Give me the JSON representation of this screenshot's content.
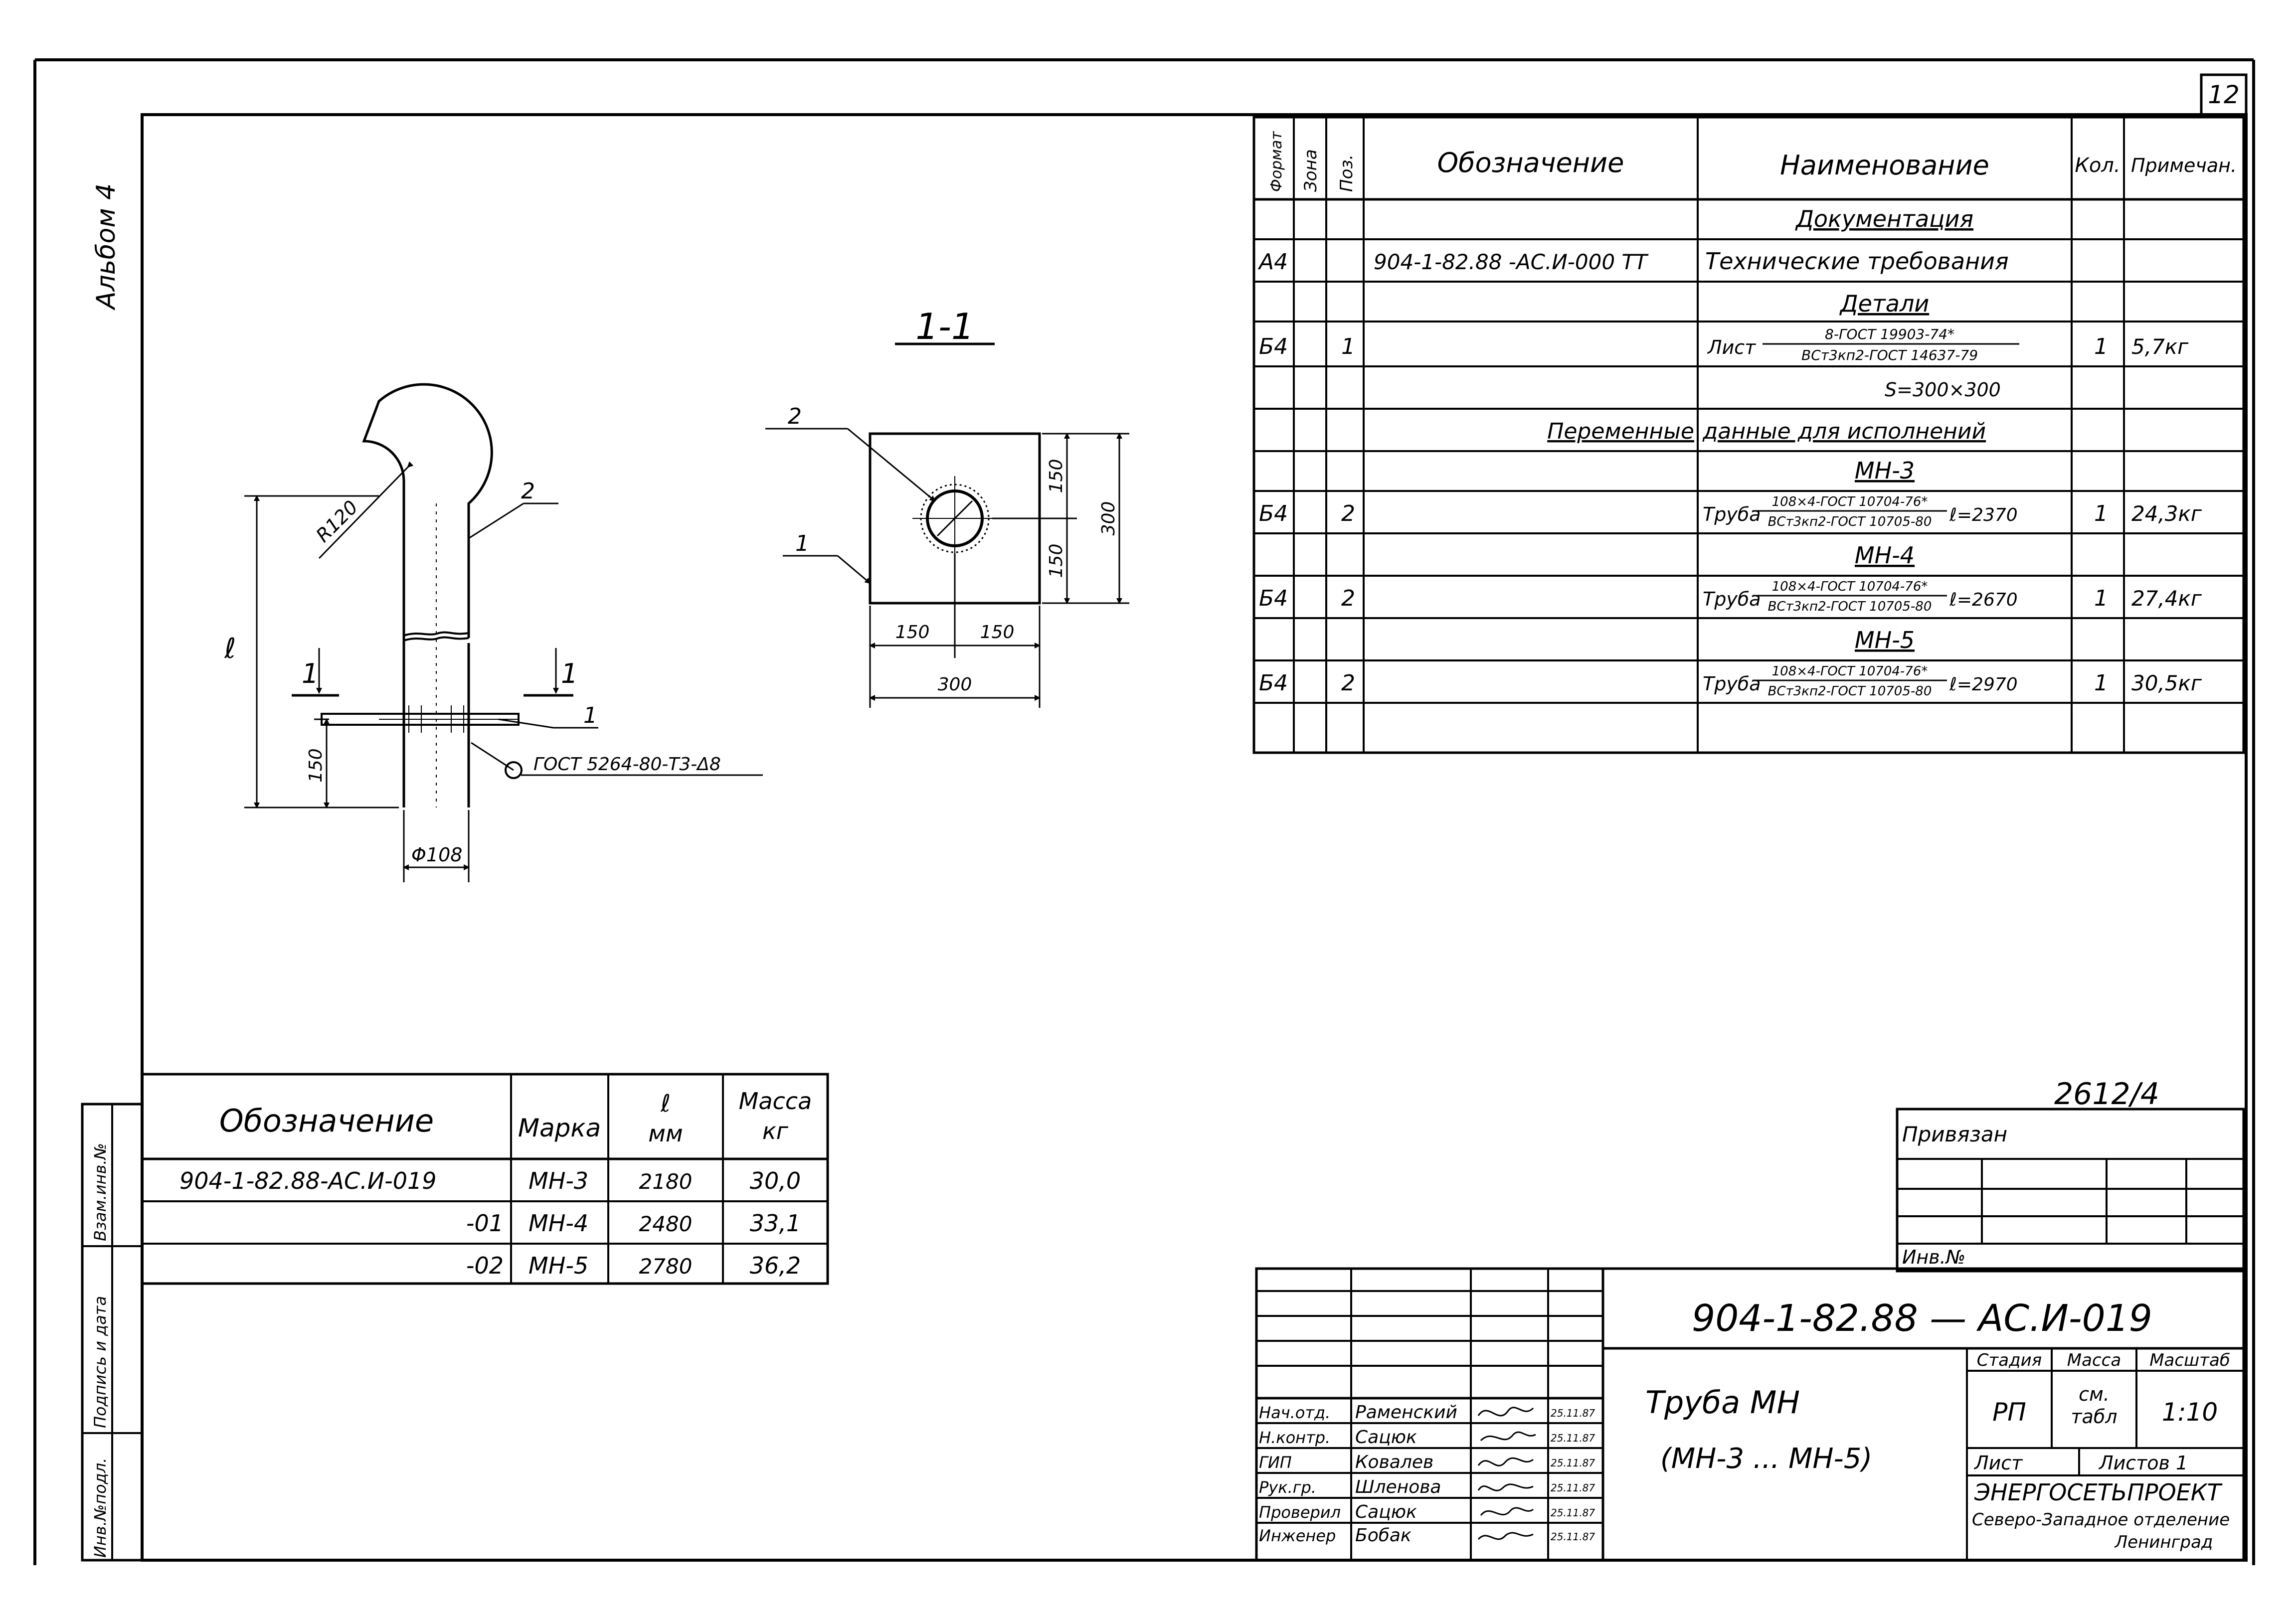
{
  "sheet_number": "12",
  "album": "Альбом 4",
  "side_stamp": [
    "Инв.№подл.",
    "Подпись и дата",
    "Взам.инв.№"
  ],
  "view": {
    "section_label": "1-1",
    "dims": {
      "radius": "R120",
      "length": "ℓ",
      "base_height": "150",
      "diameter": "Φ108",
      "half_w1": "150",
      "half_w2": "150",
      "width": "300",
      "half_h1": "150",
      "half_h2": "150",
      "height": "300"
    },
    "cut_marks": [
      "1",
      "1"
    ],
    "callouts": {
      "c2_side": "2",
      "c1_side": "1",
      "c2_sec": "2",
      "c1_sec": "1"
    },
    "weld": "ГОСТ 5264-80-Т3-Δ8"
  },
  "spec": {
    "headers": {
      "format": "Формат",
      "zone": "Зона",
      "pos": "Поз.",
      "designation": "Обозначение",
      "name": "Наименование",
      "qty": "Кол.",
      "note": "Примечан."
    },
    "sec_docs": "Документация",
    "doc_row": {
      "format": "А4",
      "designation": "904-1-82.88 -АС.И-000 ТТ",
      "name": "Технические требования"
    },
    "sec_details": "Детали",
    "detail_row": {
      "format": "Б4",
      "pos": "1",
      "prefix": "Лист",
      "num": "8-ГОСТ 19903-74*",
      "den": "ВСт3кп2-ГОСТ 14637-79",
      "qty": "1",
      "note": "5,7кг"
    },
    "detail_size": "S=300×300",
    "var_left": "Переменные",
    "var_right": "данные для исполнений",
    "mh": [
      {
        "title": "МН-3",
        "format": "Б4",
        "pos": "2",
        "prefix": "Труба",
        "num": "108×4-ГОСТ 10704-76*",
        "den": "ВСт3кп2-ГОСТ 10705-80",
        "len": "ℓ=2370",
        "qty": "1",
        "note": "24,3кг"
      },
      {
        "title": "МН-4",
        "format": "Б4",
        "pos": "2",
        "prefix": "Труба",
        "num": "108×4-ГОСТ 10704-76*",
        "den": "ВСт3кп2-ГОСТ 10705-80",
        "len": "ℓ=2670",
        "qty": "1",
        "note": "27,4кг"
      },
      {
        "title": "МН-5",
        "format": "Б4",
        "pos": "2",
        "prefix": "Труба",
        "num": "108×4-ГОСТ 10704-76*",
        "den": "ВСт3кп2-ГОСТ 10705-80",
        "len": "ℓ=2970",
        "qty": "1",
        "note": "30,5кг"
      }
    ]
  },
  "variants": {
    "headers": {
      "designation": "Обозначение",
      "mark": "Марка",
      "len1": "ℓ",
      "len2": "мм",
      "mass1": "Масса",
      "mass2": "кг"
    },
    "rows": [
      {
        "designation": "904-1-82.88-АС.И-019",
        "mark": "МН-3",
        "len": "2180",
        "mass": "30,0"
      },
      {
        "designation": "-01",
        "mark": "МН-4",
        "len": "2480",
        "mass": "33,1"
      },
      {
        "designation": "-02",
        "mark": "МН-5",
        "len": "2780",
        "mass": "36,2"
      }
    ]
  },
  "binding": {
    "code": "2612/4",
    "label": "Привязан",
    "inv": "Инв.№"
  },
  "title_block": {
    "code": "904-1-82.88 — АС.И-019",
    "title1": "Труба МН",
    "title2": "(МН-3 ... МН-5)",
    "stage_h": "Стадия",
    "mass_h": "Масса",
    "scale_h": "Масштаб",
    "stage": "РП",
    "mass1": "см.",
    "mass2": "табл",
    "scale": "1:10",
    "sheet": "Лист",
    "sheets": "Листов 1",
    "org1": "ЭНЕРГОСЕТЬПРОЕКТ",
    "org2": "Северо-Западное отделение",
    "org3": "Ленинград",
    "people": [
      {
        "role": "Нач.отд.",
        "name": "Раменский",
        "date": "25.11.87"
      },
      {
        "role": "Н.контр.",
        "name": "Сацюк",
        "date": "25.11.87"
      },
      {
        "role": "ГИП",
        "name": "Ковалев",
        "date": "25.11.87"
      },
      {
        "role": "Рук.гр.",
        "name": "Шленова",
        "date": "25.11.87"
      },
      {
        "role": "Проверил",
        "name": "Сацюк",
        "date": "25.11.87"
      },
      {
        "role": "Инженер",
        "name": "Бобак",
        "date": "25.11.87"
      }
    ]
  }
}
